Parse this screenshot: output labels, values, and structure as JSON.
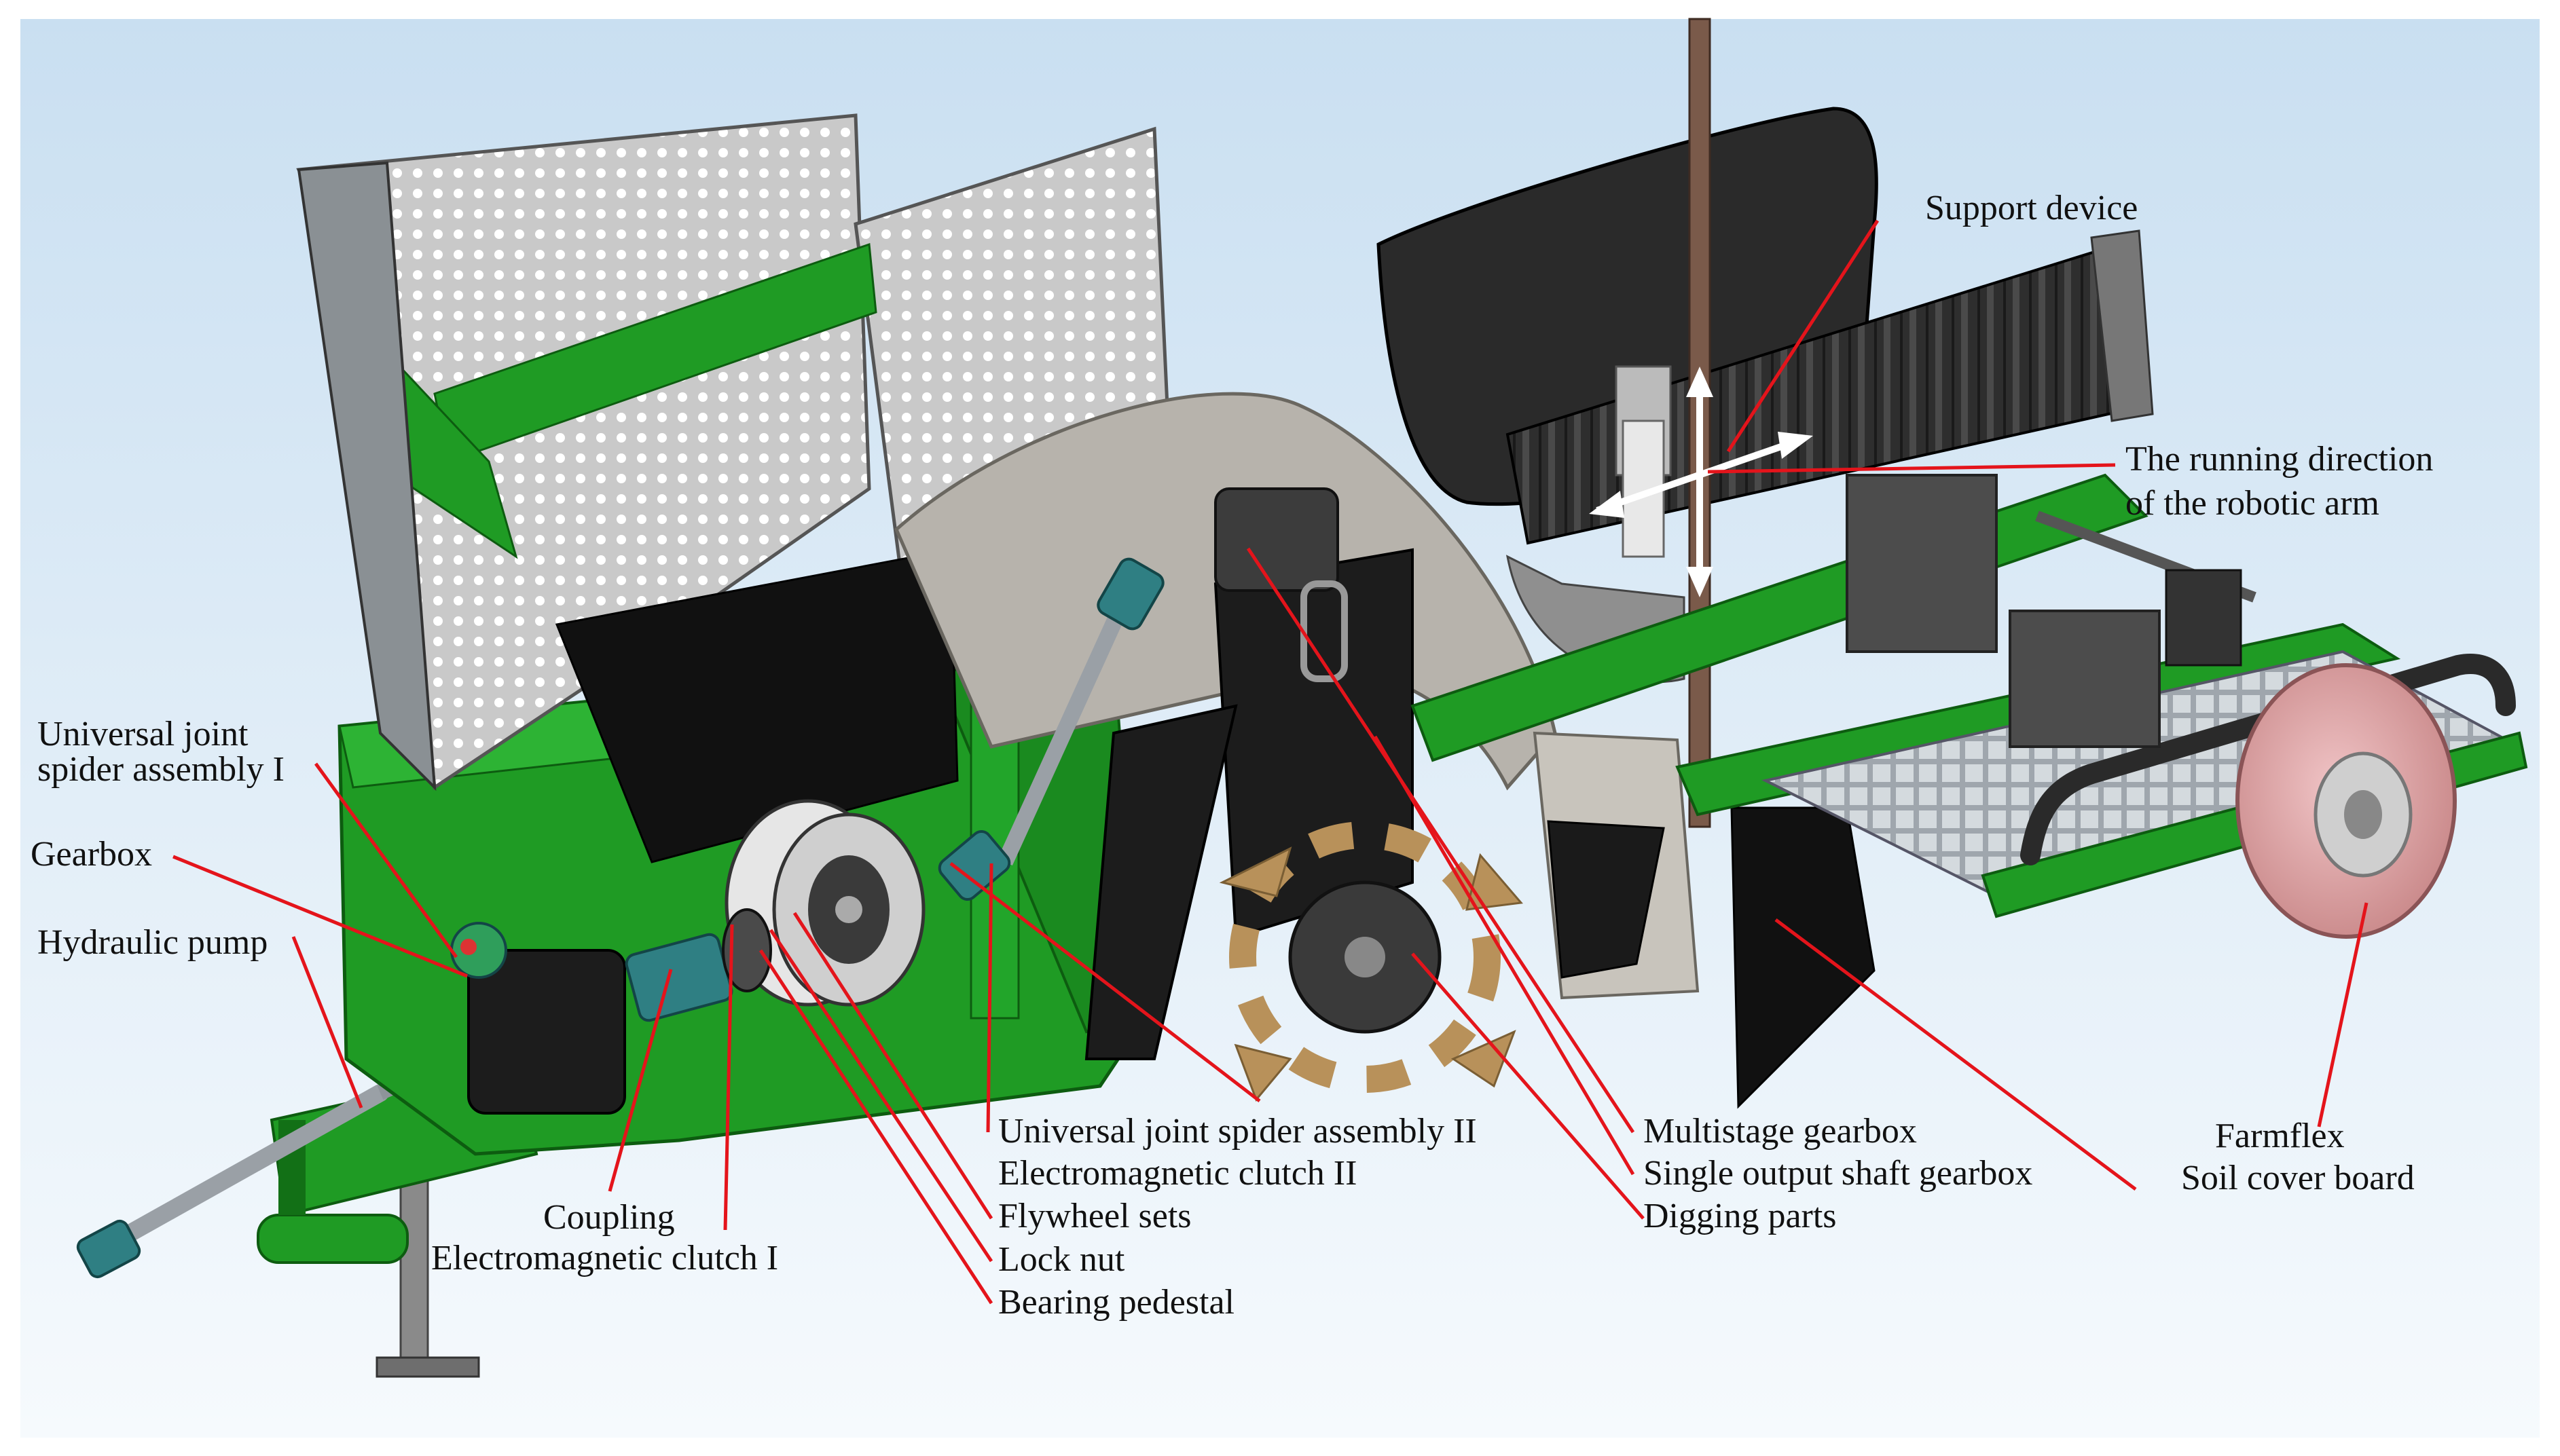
{
  "colors": {
    "background_top": "#c9dff1",
    "background_bottom": "#f6fafd",
    "frame_green": "#1f9b24",
    "frame_green_dark": "#127016",
    "leader_line": "#e4141b",
    "motion_arrow": "#ffffff",
    "mesh_panel": "#c7c7c7",
    "machine_black": "#1c1c1c",
    "cover_grey": "#b7b3ac",
    "tyre_pink": "#dba0a2",
    "gold_blade": "#b8915a",
    "joint_teal": "#2f7f83"
  },
  "labels": {
    "support_device": "Support device",
    "running_direction_1": "The running direction",
    "running_direction_2": "of the robotic arm",
    "ujs1_1": "Universal joint",
    "ujs1_2": "spider assembly I",
    "gearbox": "Gearbox",
    "hydraulic_pump": "Hydraulic pump",
    "coupling": "Coupling",
    "em_clutch_1": "Electromagnetic clutch I",
    "ujs2": "Universal joint spider assembly II",
    "em_clutch_2": "Electromagnetic clutch II",
    "flywheel_sets": "Flywheel sets",
    "lock_nut": "Lock nut",
    "bearing_pedestal": "Bearing pedestal",
    "multistage_gearbox": "Multistage gearbox",
    "single_output_gearbox": "Single output shaft gearbox",
    "digging_parts": "Digging parts",
    "farmflex_1": "Farmflex",
    "farmflex_2": "Soil cover board"
  }
}
